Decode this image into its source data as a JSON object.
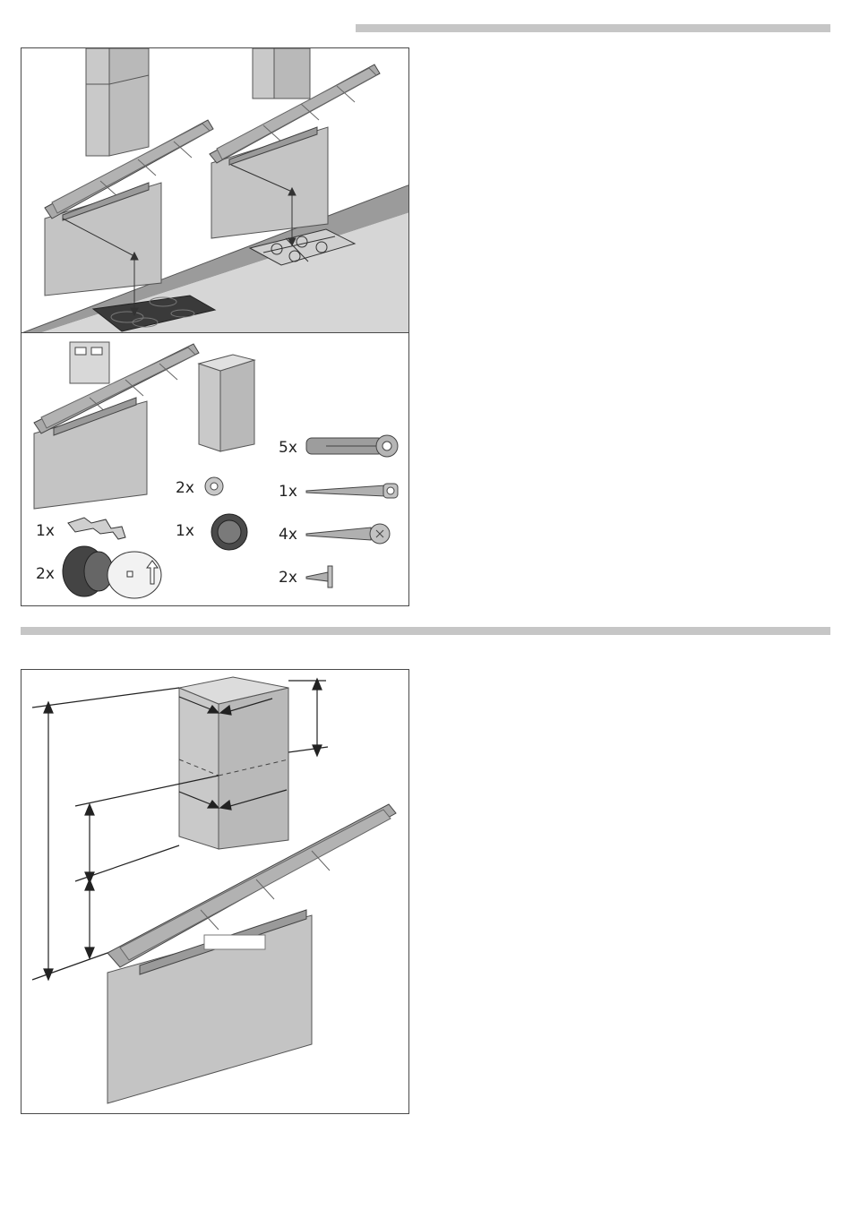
{
  "colors": {
    "rule": "#c6c6c6",
    "panel_border": "#4a4a4a",
    "metal": "#c9c9c9",
    "metal_dark": "#a9a9a9",
    "glass": "#b2b2b2",
    "cooktop": "#3a3a3a"
  },
  "parts": {
    "wall_plugs": "5x",
    "screw_long": "1x",
    "screws": "4x",
    "small_screws": "2x",
    "washers": "2x",
    "knob": "1x",
    "bracket": "1x",
    "valves": "2x"
  },
  "icons": [
    "hood-icon",
    "chimney-icon",
    "cooktop-icon",
    "gas-hob-icon",
    "wall-plug-icon",
    "screw-icon",
    "washer-icon",
    "knob-icon",
    "bracket-icon",
    "non-return-valve-icon",
    "dimension-arrow-icon"
  ]
}
